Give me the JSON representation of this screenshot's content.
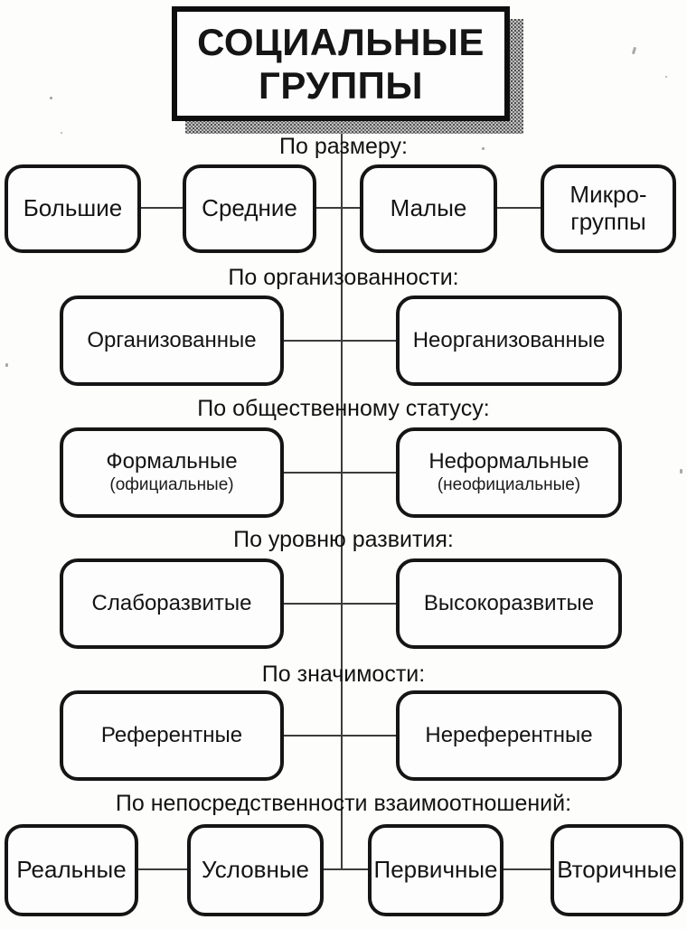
{
  "title": "СОЦИАЛЬНЫЕ ГРУППЫ",
  "colors": {
    "ink": "#151515",
    "line": "#3c3c3c",
    "paper": "#fdfdfb",
    "shadow_gray": "#c6c6c6"
  },
  "sections": [
    {
      "label": "По размеру:",
      "boxes": [
        {
          "label": "Большие"
        },
        {
          "label": "Средние"
        },
        {
          "label": "Малые"
        },
        {
          "label": "Микро-группы"
        }
      ]
    },
    {
      "label": "По организованности:",
      "boxes": [
        {
          "label": "Организованные"
        },
        {
          "label": "Неорганизованные"
        }
      ]
    },
    {
      "label": "По общественному статусу:",
      "boxes": [
        {
          "label": "Формальные",
          "sublabel": "(официальные)"
        },
        {
          "label": "Неформальные",
          "sublabel": "(неофициальные)"
        }
      ]
    },
    {
      "label": "По уровню развития:",
      "boxes": [
        {
          "label": "Слаборазвитые"
        },
        {
          "label": "Высокоразвитые"
        }
      ]
    },
    {
      "label": "По значимости:",
      "boxes": [
        {
          "label": "Референтные"
        },
        {
          "label": "Нереферентные"
        }
      ]
    },
    {
      "label": "По непосредственности взаимоотношений:",
      "boxes": [
        {
          "label": "Реальные"
        },
        {
          "label": "Условные"
        },
        {
          "label": "Первичные"
        },
        {
          "label": "Вторичные"
        }
      ]
    }
  ]
}
